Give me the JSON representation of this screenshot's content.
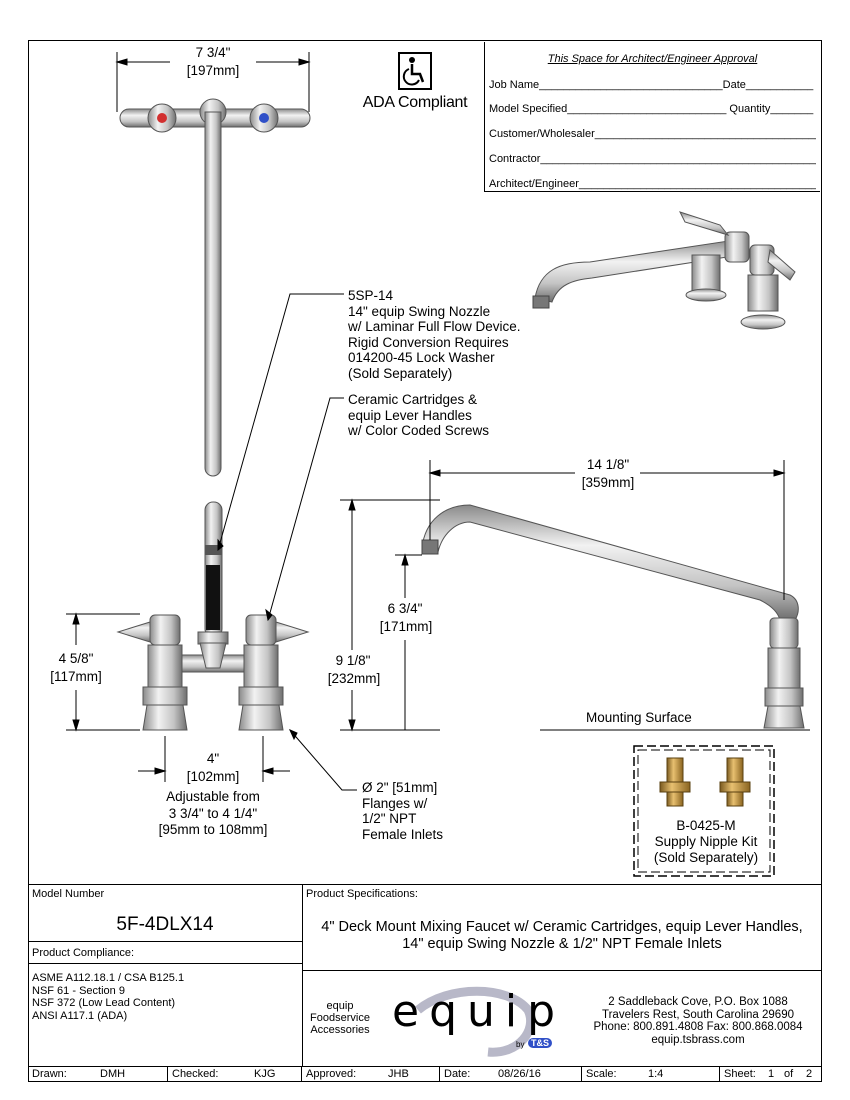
{
  "approval": {
    "header": "This Space for Architect/Engineer Approval",
    "job_name": "Job Name",
    "date": "Date",
    "model_specified": "Model Specified",
    "quantity": "Quantity",
    "customer": "Customer/Wholesaler",
    "contractor": "Contractor",
    "architect": "Architect/Engineer"
  },
  "ada": {
    "label": "ADA Compliant"
  },
  "dims": {
    "top_width_in": "7 3/4\"",
    "top_width_mm": "[197mm]",
    "height_in": "4 5/8\"",
    "height_mm": "[117mm]",
    "spacing_in": "4\"",
    "spacing_mm": "[102mm]",
    "adjustable": "Adjustable from\n3 3/4\" to 4 1/4\"\n[95mm to 108mm]",
    "overall_height_in": "9 1/8\"",
    "overall_height_mm": "[232mm]",
    "spout_height_in": "6 3/4\"",
    "spout_height_mm": "[171mm]",
    "reach_in": "14 1/8\"",
    "reach_mm": "[359mm]"
  },
  "callouts": {
    "nozzle": "5SP-14\n14\" equip Swing Nozzle\nw/ Laminar Full Flow Device.\nRigid Conversion Requires\n014200-45 Lock Washer\n(Sold Separately)",
    "cartridges": "Ceramic Cartridges &\nequip Lever Handles\nw/ Color Coded Screws",
    "flanges": "Ø 2\" [51mm]\nFlanges w/\n1/2\" NPT\nFemale Inlets",
    "mounting_surface": "Mounting Surface",
    "kit": "B-0425-M\nSupply Nipple Kit\n(Sold Separately)"
  },
  "info": {
    "model_number_label": "Model Number",
    "model_number": "5F-4DLX14",
    "compliance_label": "Product Compliance:",
    "compliance": [
      "ASME A112.18.1 / CSA B125.1",
      "NSF 61 - Section 9",
      "NSF 372 (Low Lead Content)",
      "ANSI A117.1 (ADA)"
    ],
    "spec_label": "Product Specifications:",
    "spec_text": "4\" Deck Mount Mixing Faucet w/ Ceramic Cartridges, equip Lever Handles, 14\" equip Swing Nozzle & 1/2\" NPT Female Inlets",
    "brand_sub": "equip\nFoodservice\nAccessories",
    "brand_logo": "equip",
    "brand_by": "by",
    "brand_tandS": "T&S",
    "address": [
      "2 Saddleback Cove, P.O. Box 1088",
      "Travelers Rest, South Carolina 29690",
      "Phone: 800.891.4808  Fax: 800.868.0084",
      "equip.tsbrass.com"
    ]
  },
  "titleblock": {
    "drawn_label": "Drawn:",
    "drawn": "DMH",
    "checked_label": "Checked:",
    "checked": "KJG",
    "approved_label": "Approved:",
    "approved": "JHB",
    "date_label": "Date:",
    "date": "08/26/16",
    "scale_label": "Scale:",
    "scale": "1:4",
    "sheet_label": "Sheet:",
    "sheet_num": "1",
    "of_label": "of",
    "sheet_total": "2"
  },
  "colors": {
    "metal_light": "#e6e6e6",
    "metal_mid": "#b5b5b5",
    "metal_dark": "#6e6e6e",
    "hot": "#d23030",
    "cold": "#3050c8",
    "brass": "#c8a050"
  }
}
